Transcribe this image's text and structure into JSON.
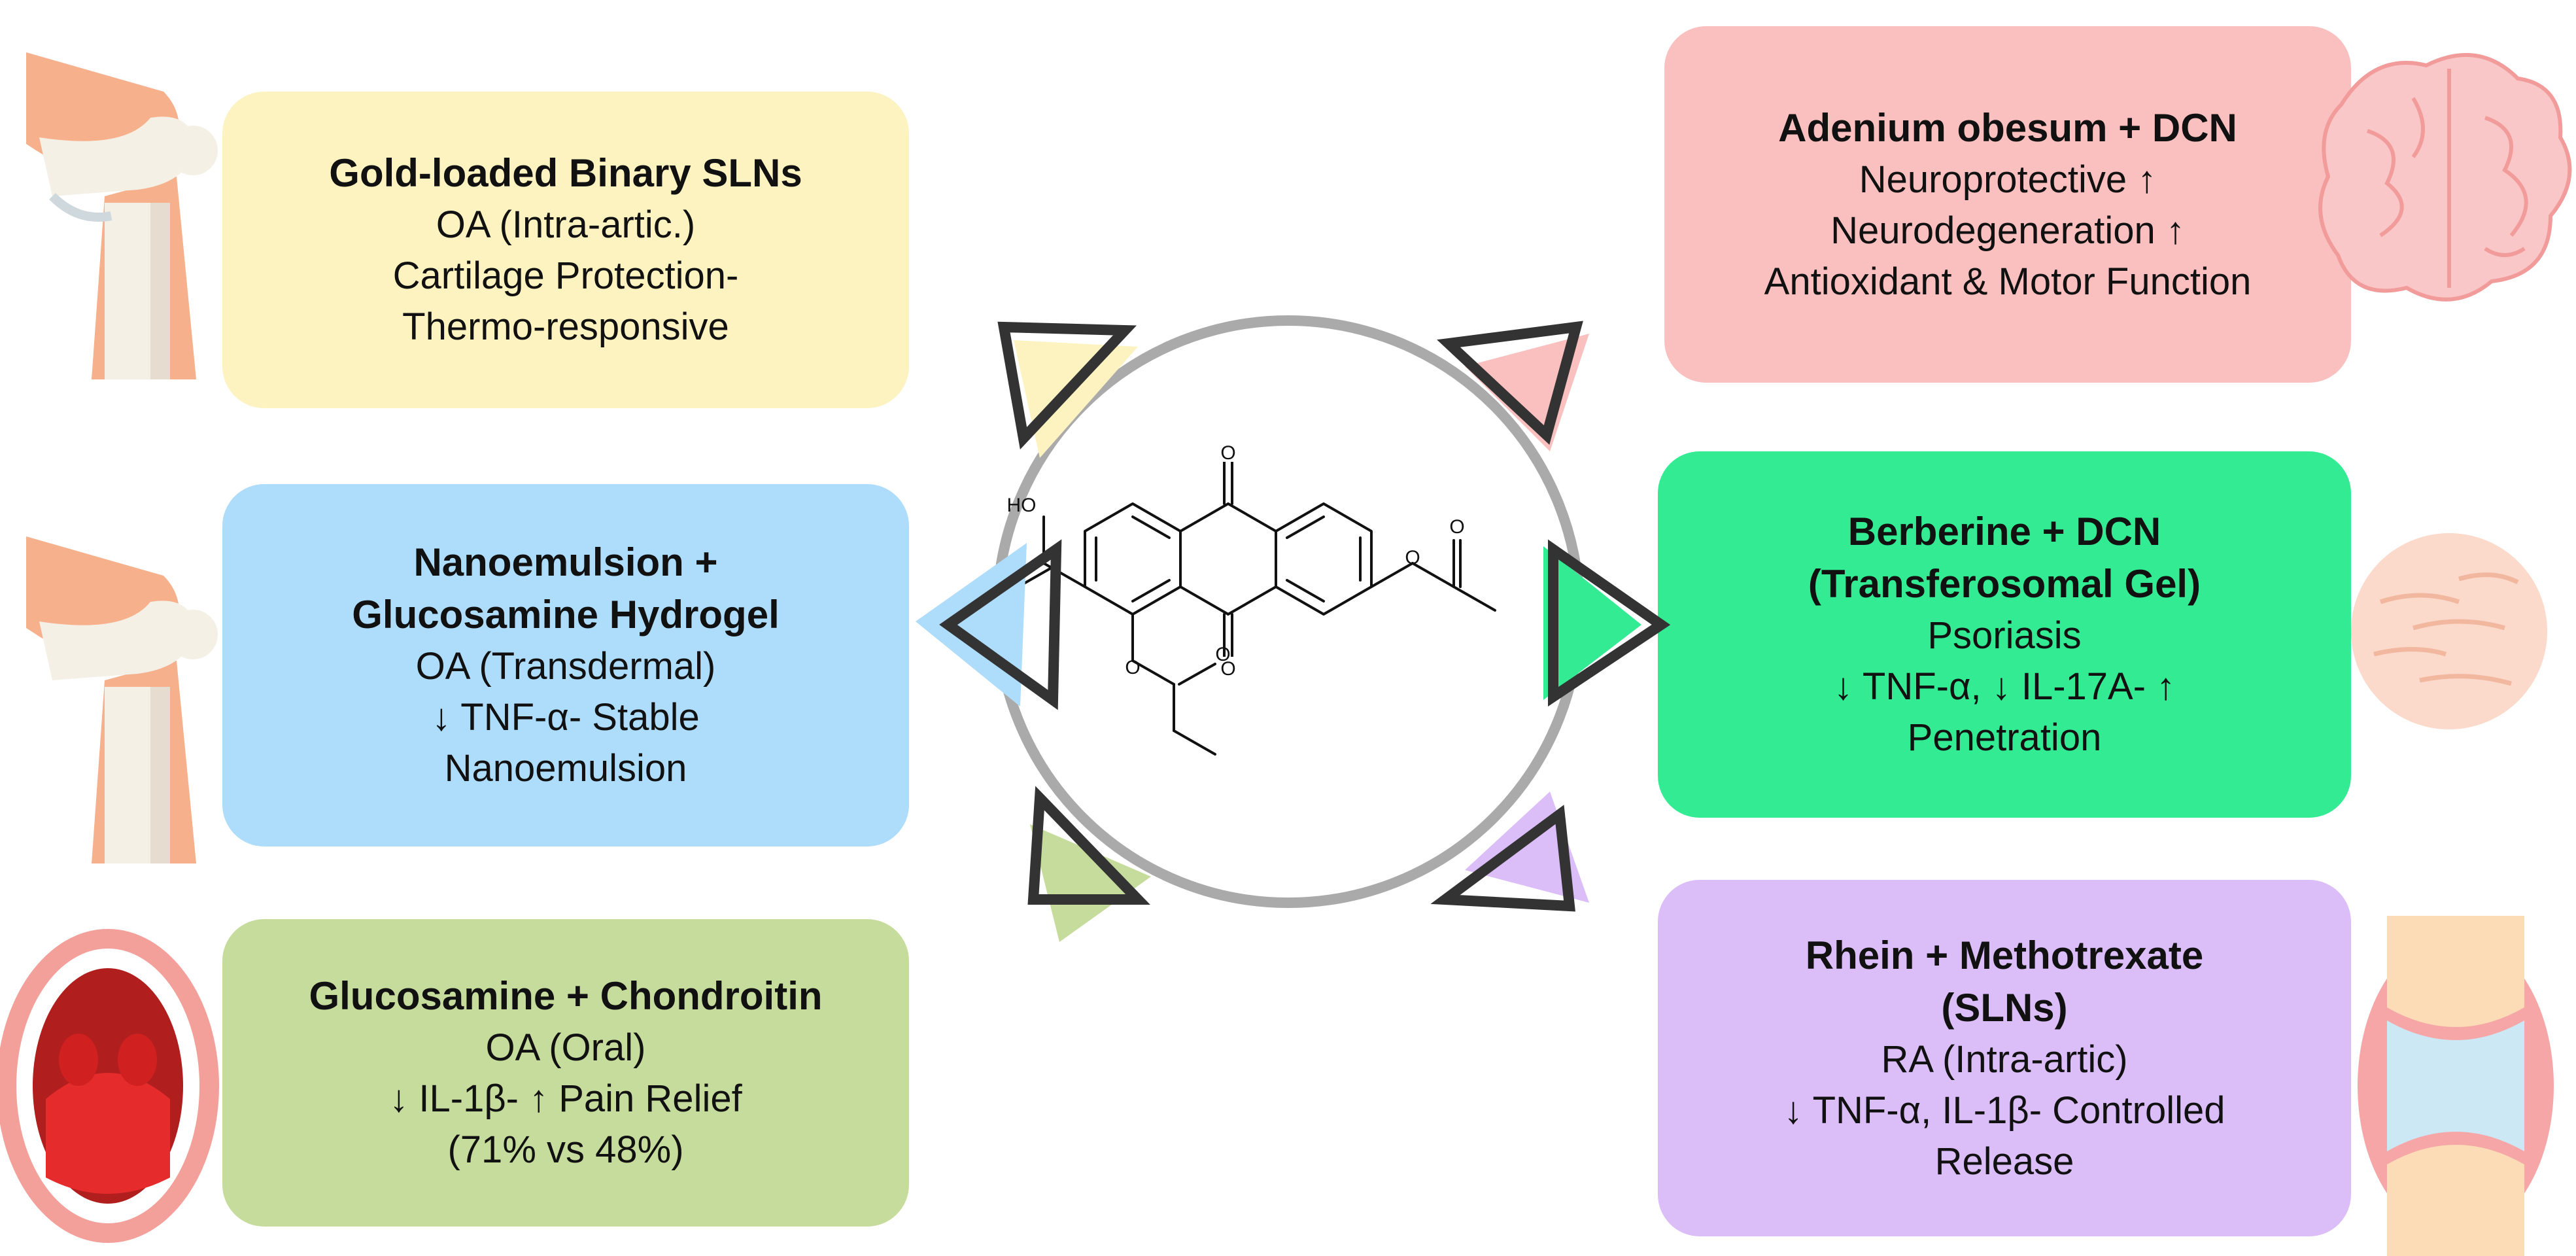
{
  "cards": {
    "gold": {
      "title": "Gold-loaded Binary SLNs",
      "lines": [
        "OA (Intra-artic.)",
        "Cartilage Protection-",
        "Thermo-responsive"
      ],
      "color": "#fdf3c1"
    },
    "nano": {
      "title1": "Nanoemulsion +",
      "title2": "Glucosamine Hydrogel",
      "lines": [
        "OA (Transdermal)",
        "↓  TNF-α- Stable",
        "Nanoemulsion"
      ],
      "color": "#aedcfb"
    },
    "gluc": {
      "title": "Glucosamine + Chondroitin",
      "lines": [
        "OA (Oral)",
        "↓  IL-1β-  ↑  Pain Relief",
        "(71% vs 48%)"
      ],
      "color": "#c6dc9d"
    },
    "aden": {
      "title": "Adenium obesum + DCN",
      "lines": [
        "Neuroprotective ↑",
        "Neurodegeneration ↑",
        "Antioxidant & Motor Function"
      ],
      "color": "#fac0c0"
    },
    "berb": {
      "title1": "Berberine + DCN",
      "title2": "(Transferosomal Gel)",
      "lines": [
        "Psoriasis",
        "↓  TNF-α,  ↓  IL-17A-  ↑",
        "Penetration"
      ],
      "color": "#32eb93"
    },
    "rhein": {
      "title1": "Rhein + Methotrexate",
      "title2": "(SLNs)",
      "lines": [
        "RA (Intra-artic)",
        "↓  TNF-α, IL-1β- Controlled",
        "Release"
      ],
      "color": "#dbbdf8"
    }
  },
  "molecule": {
    "hydroxyl_label": "HO"
  },
  "icons": [
    "knee-joint-icon",
    "knee-joint-icon",
    "open-mouth-icon",
    "brain-icon",
    "skin-icon",
    "joint-icon"
  ]
}
